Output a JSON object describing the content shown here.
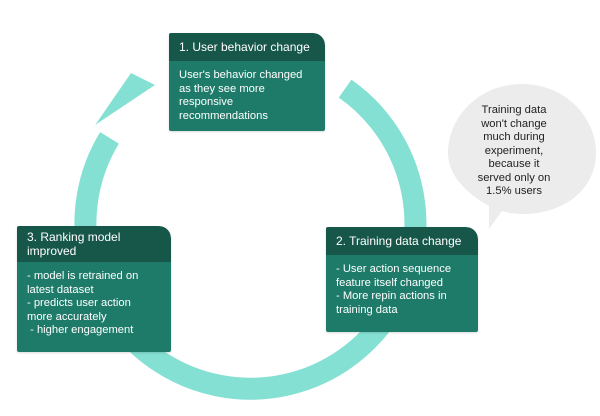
{
  "colors": {
    "cycle_arrow": "#84e0d3",
    "card_header": "#17574a",
    "card_body": "#1e7b69",
    "bubble_fill": "#ececec"
  },
  "cards": [
    {
      "title_lines": [
        "1. User behavior change"
      ],
      "body_lines": [
        "User's behavior changed",
        "as they see more",
        "responsive",
        "recommendations"
      ]
    },
    {
      "title_lines": [
        "2. Training data change"
      ],
      "body_lines": [
        "- User action sequence",
        "feature itself changed",
        "- More repin actions in",
        "training data"
      ]
    },
    {
      "title_lines": [
        "3. Ranking model",
        "improved"
      ],
      "body_lines": [
        "- model is retrained on",
        "latest dataset",
        "- predicts user action",
        "more accurately",
        " - higher engagement"
      ]
    }
  ],
  "bubble": {
    "lines": [
      "Training data",
      "won't change",
      "much during",
      "experiment,",
      "because it",
      "served only on",
      "1.5% users"
    ]
  }
}
